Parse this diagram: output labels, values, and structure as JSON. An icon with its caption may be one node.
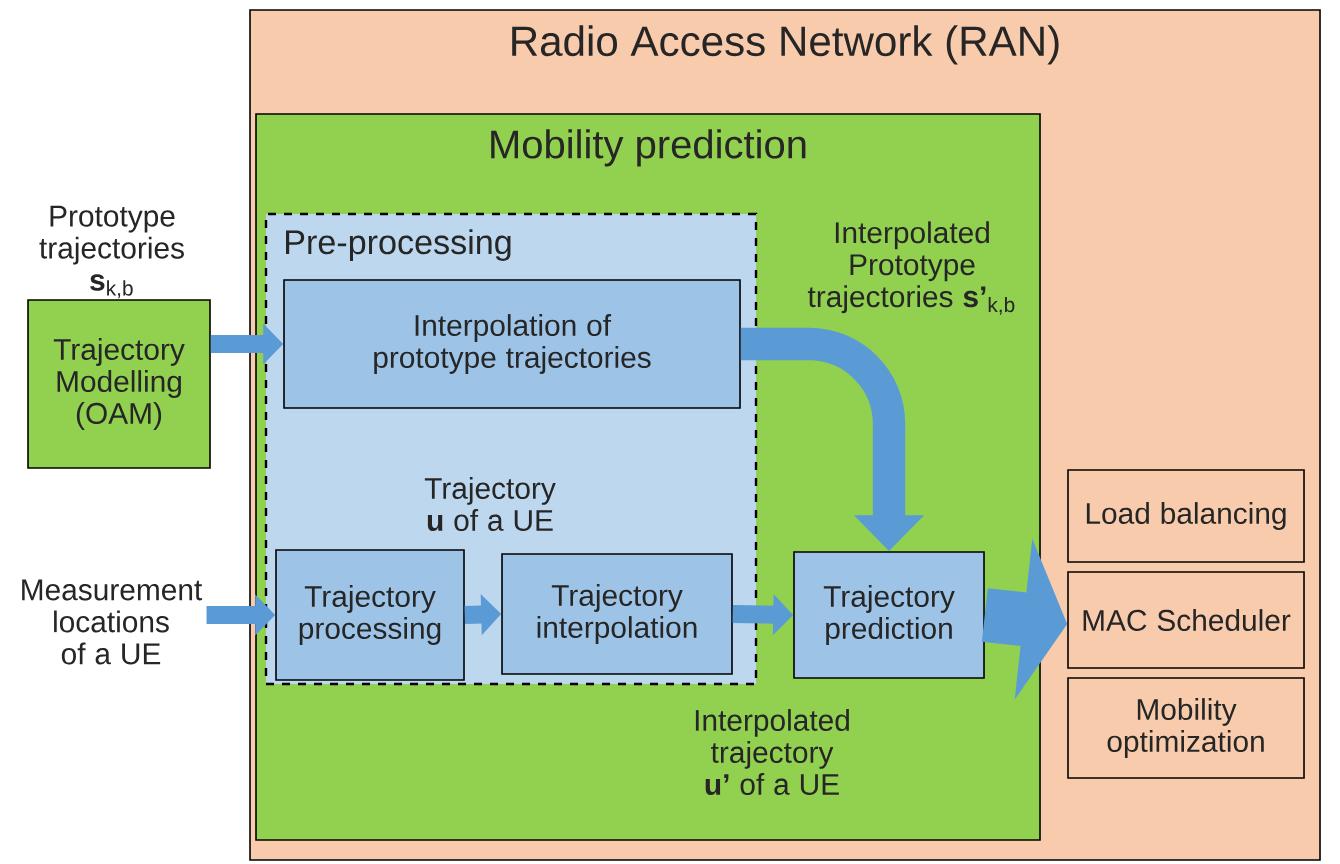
{
  "diagram": {
    "nodes": [
      {
        "text": [
          "Radio Access Network (RAN)"
        ]
      },
      {
        "text": [
          "Mobility prediction"
        ],
        "in": 0
      },
      {
        "text": [
          "Pre-processing"
        ],
        "in": 1
      },
      {
        "text": [
          "Interpolation of prototype trajectories"
        ],
        "in": 2
      },
      {
        "text": [
          "Trajectory processing"
        ],
        "in": 2
      },
      {
        "text": [
          "Trajectory interpolation"
        ],
        "in": 2
      },
      {
        "text": [
          "Trajectory prediction"
        ],
        "in": 1
      },
      {
        "text": [
          "Trajectory Modelling (OAM)"
        ]
      },
      {
        "text": [
          "Measurement locations of a UE"
        ]
      },
      {
        "text": [
          "Load balancing"
        ],
        "in": 0
      },
      {
        "text": [
          "MAC Scheduler"
        ],
        "in": 0
      },
      {
        "text": [
          "Mobility optimization"
        ],
        "in": 0
      }
    ],
    "edges": [
      {
        "from": 7,
        "to": 3,
        "arrow": "to",
        "label": "Prototype trajectories **s**$_{k,b}$"
      },
      {
        "from": 8,
        "to": 4,
        "arrow": "to"
      },
      {
        "from": 4,
        "to": 5,
        "arrow": "to",
        "label": "Trajectory **u** of a UE"
      },
      {
        "from": 5,
        "to": 6,
        "arrow": "to",
        "label": "Interpolated trajectory **u’** of a UE"
      },
      {
        "from": 3,
        "to": 6,
        "arrow": "to",
        "style": "thick",
        "label": "Interpolated Prototype trajectories **s’**$_{k,b}$"
      },
      {
        "from": 6,
        "to": 9,
        "arrow": "to",
        "style": "thick"
      },
      {
        "from": 6,
        "to": 10,
        "arrow": "to",
        "style": "thick"
      },
      {
        "from": 6,
        "to": 11,
        "arrow": "to",
        "style": "thick"
      }
    ]
  }
}
